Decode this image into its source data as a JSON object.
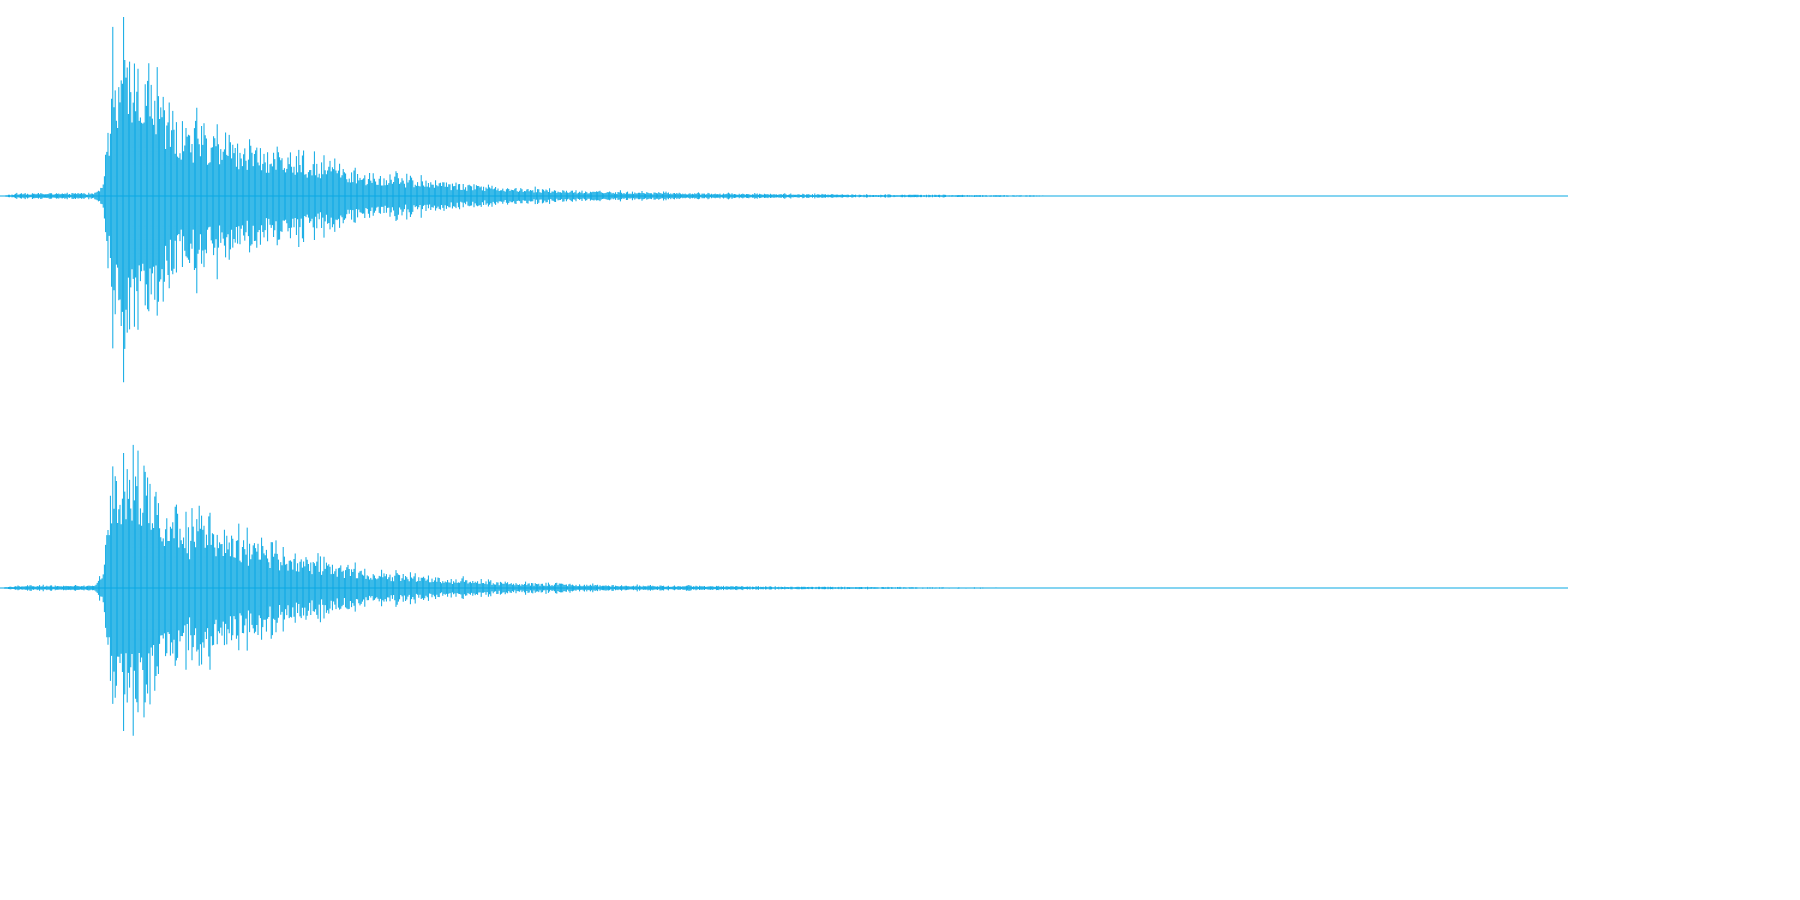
{
  "chart_data": {
    "type": "area",
    "title": "",
    "xlabel": "",
    "ylabel": "",
    "grid": false,
    "legend": "none",
    "color": "#0aa8e3",
    "x_range": [
      0,
      1
    ],
    "y_range": [
      -1,
      1
    ],
    "x_full_width": false,
    "series": [
      {
        "channel_index": 0,
        "envelope": {
          "x": [
            0.0,
            0.012,
            0.06,
            0.066,
            0.072,
            0.08,
            0.09,
            0.1,
            0.115,
            0.13,
            0.15,
            0.17,
            0.19,
            0.21,
            0.24,
            0.27,
            0.3,
            0.33,
            0.36,
            0.4,
            0.45,
            0.5,
            0.55,
            0.6,
            0.66,
            0.7,
            1.0
          ],
          "peak": [
            0.0,
            0.02,
            0.02,
            0.1,
            0.88,
            1.0,
            0.96,
            0.74,
            0.56,
            0.5,
            0.42,
            0.34,
            0.3,
            0.24,
            0.16,
            0.12,
            0.08,
            0.06,
            0.04,
            0.03,
            0.02,
            0.015,
            0.01,
            0.008,
            0.005,
            0.0,
            0.0
          ]
        }
      },
      {
        "channel_index": 1,
        "envelope": {
          "x": [
            0.0,
            0.012,
            0.06,
            0.066,
            0.072,
            0.08,
            0.09,
            0.1,
            0.115,
            0.13,
            0.15,
            0.17,
            0.19,
            0.21,
            0.24,
            0.27,
            0.3,
            0.33,
            0.36,
            0.4,
            0.45,
            0.5,
            0.55,
            0.6,
            0.66,
            0.7,
            1.0
          ],
          "peak": [
            0.0,
            0.02,
            0.02,
            0.12,
            0.86,
            1.0,
            0.96,
            0.7,
            0.52,
            0.46,
            0.38,
            0.3,
            0.24,
            0.18,
            0.12,
            0.08,
            0.06,
            0.04,
            0.03,
            0.02,
            0.015,
            0.01,
            0.008,
            0.005,
            0.003,
            0.0,
            0.0
          ]
        }
      }
    ]
  }
}
